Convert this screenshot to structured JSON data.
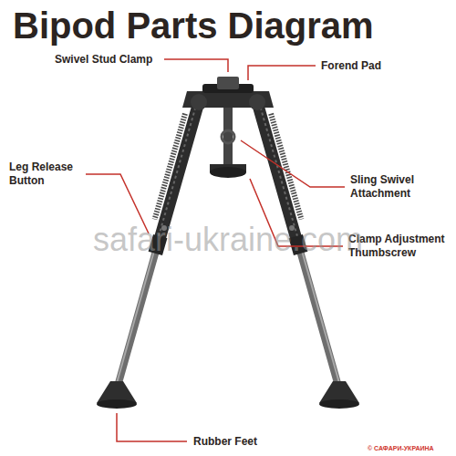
{
  "diagram": {
    "title": "Bipod Parts Diagram",
    "labels": [
      "Swivel Stud Clamp",
      "Forend Pad",
      "Leg Release Button",
      "Sling Swivel Attachment",
      "Clamp Adjustment Thumbscrew",
      "Rubber Feet",
      "safari-ukraine.com",
      "© САФАРИ-УКРАИНА"
    ]
  }
}
